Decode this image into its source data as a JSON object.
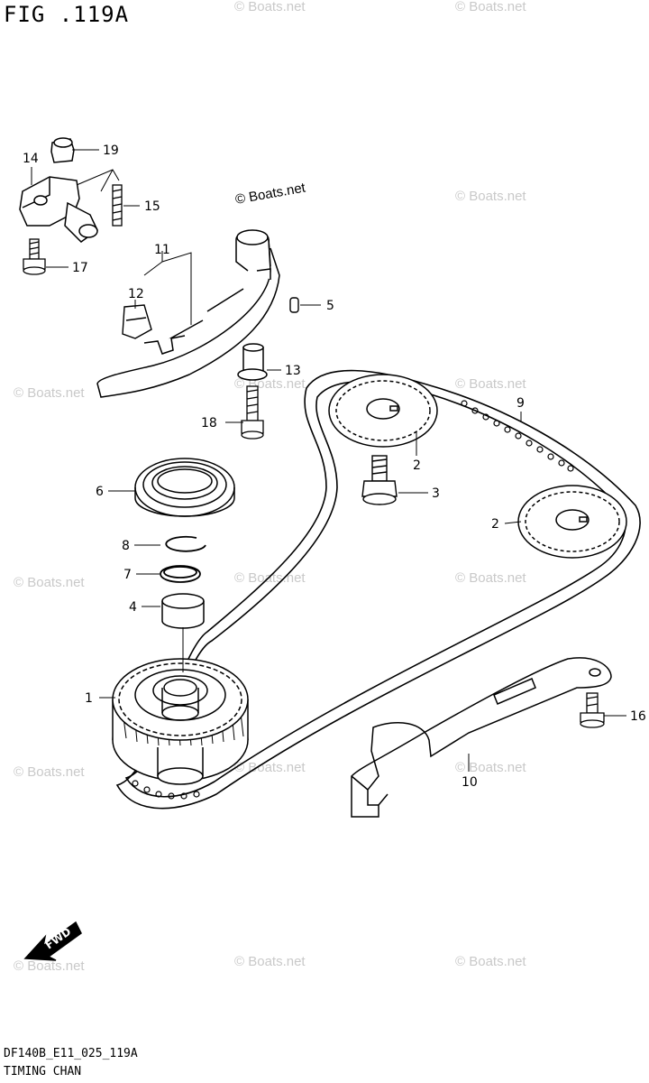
{
  "figure": {
    "title": "FIG .119A",
    "code": "DF140B_E11_025_119A",
    "caption": "TIMING CHAN"
  },
  "watermark": {
    "text": "© Boats.net"
  },
  "direction_badge": {
    "text": "FWD"
  },
  "callouts": [
    "1",
    "2",
    "2",
    "3",
    "4",
    "5",
    "6",
    "7",
    "8",
    "9",
    "10",
    "11",
    "12",
    "13",
    "14",
    "15",
    "16",
    "17",
    "18",
    "19"
  ]
}
